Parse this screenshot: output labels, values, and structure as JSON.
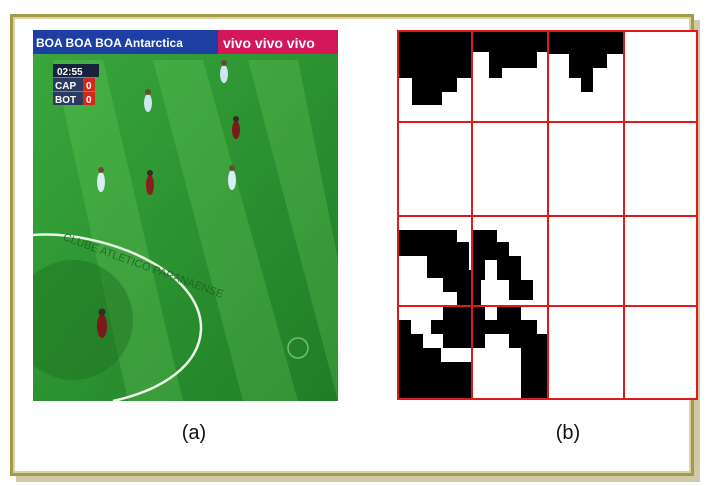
{
  "captions": {
    "a": "(a)",
    "b": "(b)"
  },
  "scoreboard": {
    "clock": "02:55",
    "teams": [
      {
        "name": "CAP",
        "score": "0"
      },
      {
        "name": "BOT",
        "score": "0"
      }
    ]
  },
  "banner": {
    "left_text": "BOA BOA BOA Antarctica",
    "right_text": "vivo  vivo  vivo"
  },
  "field_text": "CLUBE ATLETICO PARANAENSE",
  "colors": {
    "grid_line": "#e01a1a",
    "block": "#000000",
    "pitch": "#2f9a33",
    "frame": "#a39a4c"
  }
}
